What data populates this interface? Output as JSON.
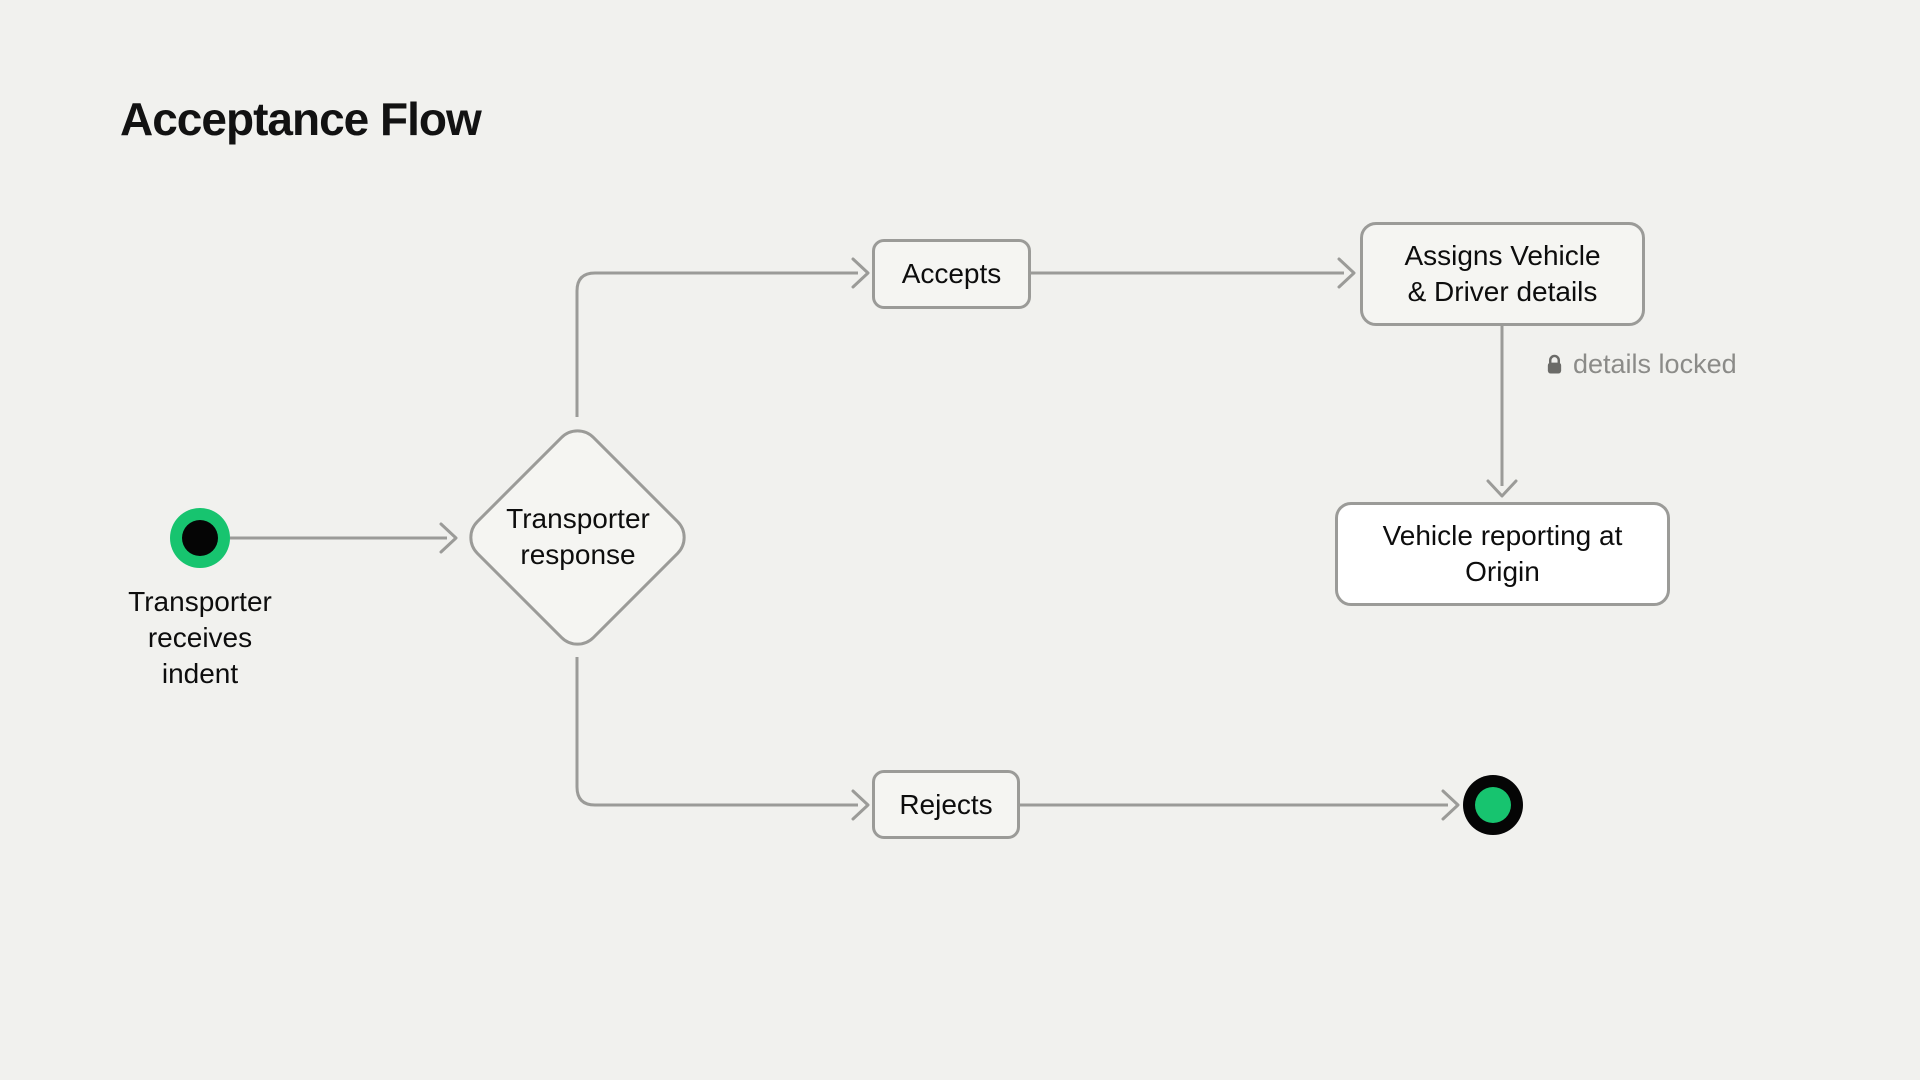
{
  "title": "Acceptance Flow",
  "colors": {
    "background": "#f1f1ee",
    "edge": "#9b9b98",
    "node_border": "#9b9b98",
    "node_fill": "#f5f5f2",
    "highlight_fill": "#ffffff",
    "accent_green": "#17c46f",
    "text": "#0d0d0d",
    "muted_text": "#8b8b88",
    "muted_icon": "#6b6b68"
  },
  "diagram": {
    "nodes": {
      "start": {
        "kind": "start-event",
        "lines": [
          "Transporter",
          "receives",
          "indent"
        ]
      },
      "decision": {
        "kind": "decision",
        "lines": [
          "Transporter",
          "response"
        ]
      },
      "accepts": {
        "kind": "step",
        "label": "Accepts"
      },
      "assigns": {
        "kind": "step",
        "lines": [
          "Assigns Vehicle",
          "& Driver details"
        ]
      },
      "vehicle_reporting": {
        "kind": "step",
        "lines": [
          "Vehicle reporting at",
          "Origin"
        ]
      },
      "rejects": {
        "kind": "step",
        "label": "Rejects"
      },
      "end": {
        "kind": "end-event"
      }
    },
    "annotations": [
      {
        "icon": "lock-icon",
        "text": "details locked"
      }
    ],
    "edges": [
      {
        "from": "start",
        "to": "decision"
      },
      {
        "from": "decision",
        "to": "accepts"
      },
      {
        "from": "accepts",
        "to": "assigns"
      },
      {
        "from": "assigns",
        "to": "vehicle_reporting",
        "note": "details locked"
      },
      {
        "from": "decision",
        "to": "rejects"
      },
      {
        "from": "rejects",
        "to": "end"
      }
    ]
  }
}
